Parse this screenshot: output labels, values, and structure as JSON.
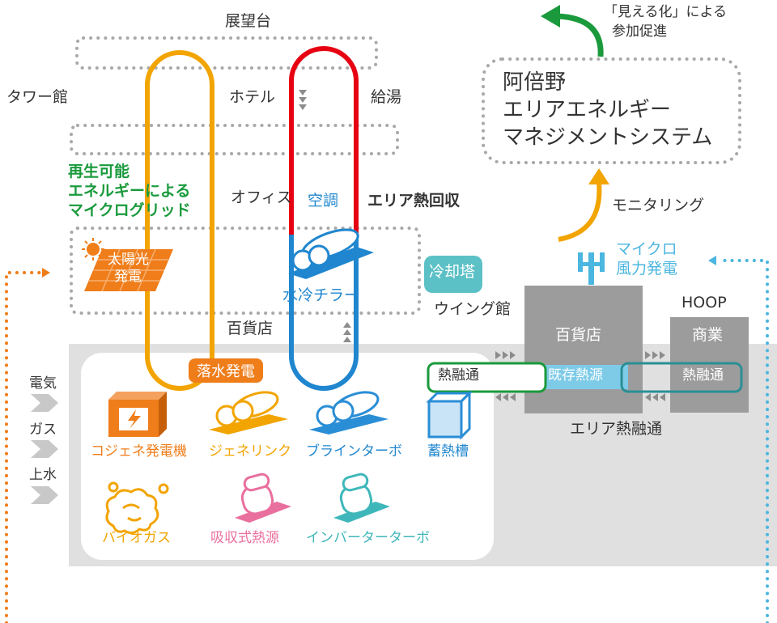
{
  "tower": {
    "label": "タワー館",
    "floors": {
      "observatory": "展望台",
      "hotel": "ホテル",
      "office": "オフィス",
      "department_store": "百貨店"
    }
  },
  "loop_labels": {
    "hot_water": "給湯",
    "air_conditioning": "空調",
    "heat_recovery": "エリア熱回収"
  },
  "renewable": {
    "title_lines": [
      "再生可能",
      "エネルギーによる",
      "マイクログリッド"
    ],
    "solar": [
      "太陽光",
      "発電"
    ]
  },
  "water_chiller": "水冷チラー",
  "cooling_tower": "冷却塔",
  "wing": "ウイング館",
  "falling_water": "落水発電",
  "utilities": [
    "電気",
    "ガス",
    "上水"
  ],
  "equipment": [
    {
      "name": "コジェネ発電機",
      "icon": "generator-icon",
      "color": "#ef7d1a"
    },
    {
      "name": "ジェネリンク",
      "icon": "genelink-icon",
      "color": "#f2a400"
    },
    {
      "name": "ブラインターボ",
      "icon": "brine-turbo-icon",
      "color": "#2a8ed6"
    },
    {
      "name": "蓄熱槽",
      "icon": "thermal-storage-icon",
      "color": "#2a8ed6"
    },
    {
      "name": "バイオガス",
      "icon": "biogas-icon",
      "color": "#f2a400"
    },
    {
      "name": "吸収式熱源",
      "icon": "absorption-icon",
      "color": "#e96f9e"
    },
    {
      "name": "インバーターターボ",
      "icon": "inverter-turbo-icon",
      "color": "#3fb7ba"
    }
  ],
  "heat_exchange_left": "熱融通",
  "department_store_bldg": {
    "name": "百貨店",
    "source": "既存熱源"
  },
  "hoop": {
    "label": "HOOP",
    "commerce": "商業",
    "exchange": "熱融通"
  },
  "area_exchange": "エリア熱融通",
  "wind": [
    "マイクロ",
    "風力発電"
  ],
  "monitoring": "モニタリング",
  "ems_lines": [
    "阿倍野",
    "エリアエネルギー",
    "マネジメントシステム"
  ],
  "visualization_lines": [
    "「見える化」による",
    "参加促進"
  ],
  "colors": {
    "green": "#1a9a3c",
    "orange": "#ef7d1a",
    "yellow": "#f2a400",
    "red": "#e60012",
    "blue": "#1f86cf",
    "teal": "#3fb7ba",
    "gray_panel": "#e0e0e0",
    "building": "#9c9c9c"
  }
}
